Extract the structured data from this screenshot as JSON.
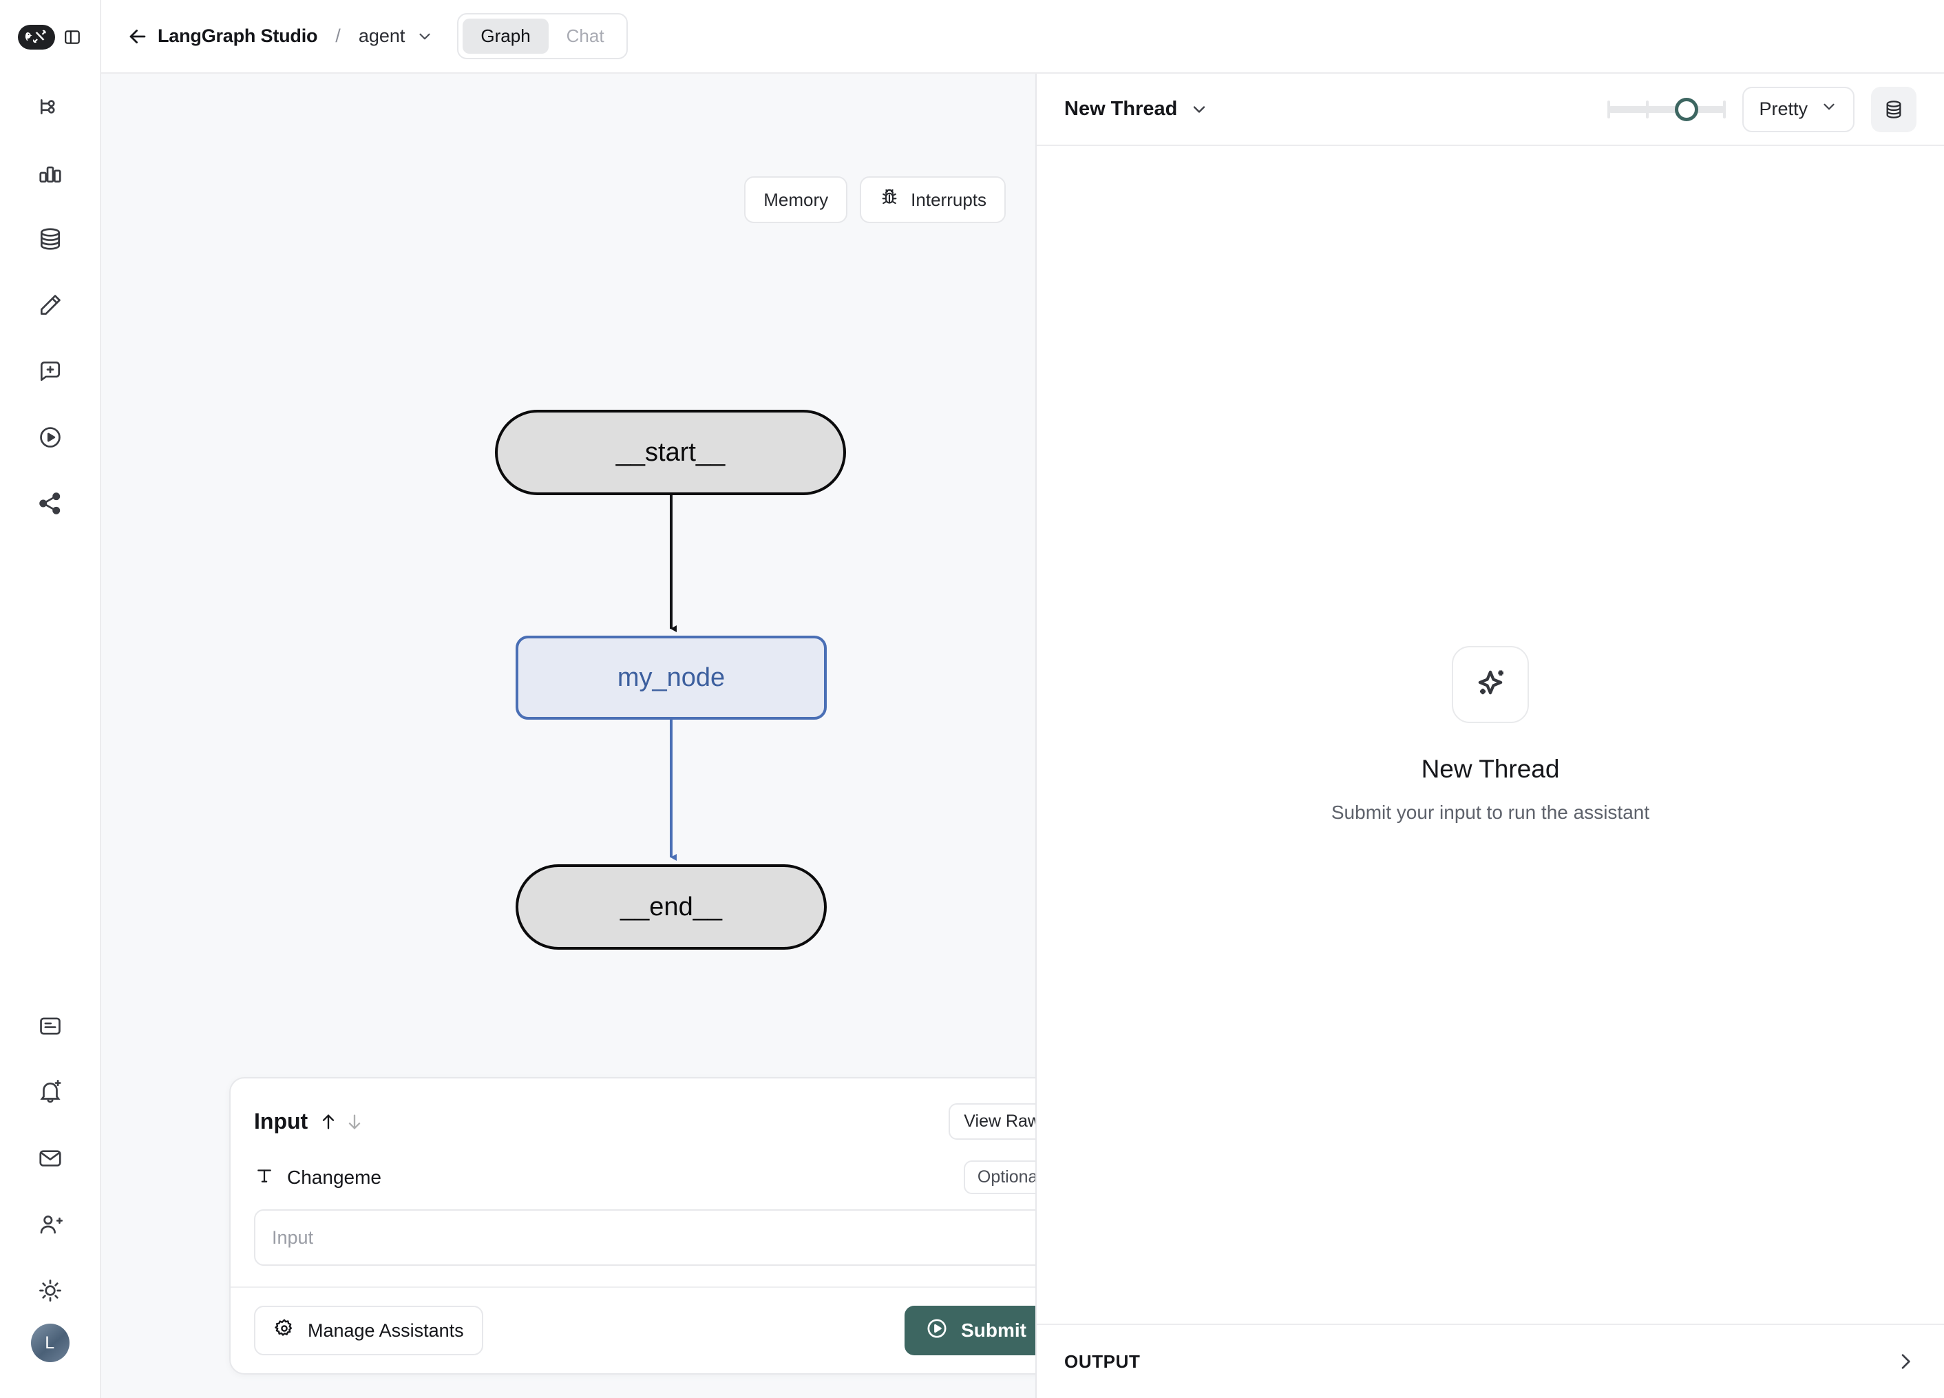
{
  "rail": {
    "logo_icon": "langchain-parrot-tools-logo",
    "panel_toggle_icon": "panel-toggle-icon",
    "top_items": [
      {
        "icon": "graph-tree-icon",
        "name": "graph"
      },
      {
        "icon": "bar-chart-icon",
        "name": "analytics"
      },
      {
        "icon": "database-icon",
        "name": "datasets"
      },
      {
        "icon": "pencil-icon",
        "name": "annotate"
      },
      {
        "icon": "message-plus-icon",
        "name": "prompts"
      },
      {
        "icon": "play-circle-icon",
        "name": "playground"
      },
      {
        "icon": "share-network-icon",
        "name": "deployments"
      }
    ],
    "bottom_items": [
      {
        "icon": "document-icon",
        "name": "docs"
      },
      {
        "icon": "bell-plus-icon",
        "name": "alerts"
      },
      {
        "icon": "envelope-icon",
        "name": "inbox"
      },
      {
        "icon": "user-plus-icon",
        "name": "invite"
      },
      {
        "icon": "sun-icon",
        "name": "theme"
      }
    ],
    "avatar_initial": "L"
  },
  "topbar": {
    "back_icon": "arrow-left-icon",
    "brand": "LangGraph Studio",
    "separator": "/",
    "agent": "agent",
    "agent_chevron_icon": "chevron-down-icon",
    "tabs": [
      {
        "label": "Graph",
        "active": true
      },
      {
        "label": "Chat",
        "active": false
      }
    ]
  },
  "graph_panel": {
    "tools": [
      {
        "label": "Memory",
        "icon": null
      },
      {
        "label": "Interrupts",
        "icon": "bug-icon"
      }
    ],
    "nodes": [
      {
        "id": "start",
        "label": "__start__",
        "kind": "terminal"
      },
      {
        "id": "my_node",
        "label": "my_node",
        "kind": "task"
      },
      {
        "id": "end",
        "label": "__end__",
        "kind": "terminal"
      }
    ],
    "edges": [
      {
        "from": "start",
        "to": "my_node",
        "color": "#121316"
      },
      {
        "from": "my_node",
        "to": "end",
        "color": "#4a6fb5"
      }
    ],
    "colors": {
      "canvas": "#f7f8fa",
      "terminal_fill": "#dedede",
      "terminal_border": "#0b0b0c",
      "task_fill": "#e6eaf4",
      "task_border": "#4a6fb5",
      "task_text": "#3c5f9e"
    }
  },
  "input_card": {
    "title": "Input",
    "sort_up_icon": "arrow-up-icon",
    "sort_down_icon": "arrow-down-icon",
    "view_raw_label": "View Raw",
    "collapse_icon": "chevron-down-icon",
    "field": {
      "type_icon": "text-type-icon",
      "label": "Changeme",
      "badge": "Optional",
      "chevron_icon": "chevron-down-icon",
      "value": "",
      "placeholder": "Input"
    },
    "manage_assistants_label": "Manage Assistants",
    "gear_icon": "gear-icon",
    "submit_label": "Submit",
    "submit_icon": "play-circle-icon",
    "submit_chevron_icon": "chevron-down-icon",
    "submit_color": "#3d6661"
  },
  "thread_panel": {
    "title": "New Thread",
    "title_chevron_icon": "chevron-down-icon",
    "slider": {
      "value": 67,
      "min": 0,
      "max": 100,
      "ticks": 4,
      "knob_color": "#3d6661"
    },
    "format_select": "Pretty",
    "format_chevron_icon": "chevron-down-icon",
    "database_icon": "database-stack-icon",
    "empty_state": {
      "icon": "sparkle-icon",
      "title": "New Thread",
      "subtitle": "Submit your input to run the assistant"
    },
    "output_label": "OUTPUT",
    "output_chevron_icon": "chevron-right-icon"
  }
}
